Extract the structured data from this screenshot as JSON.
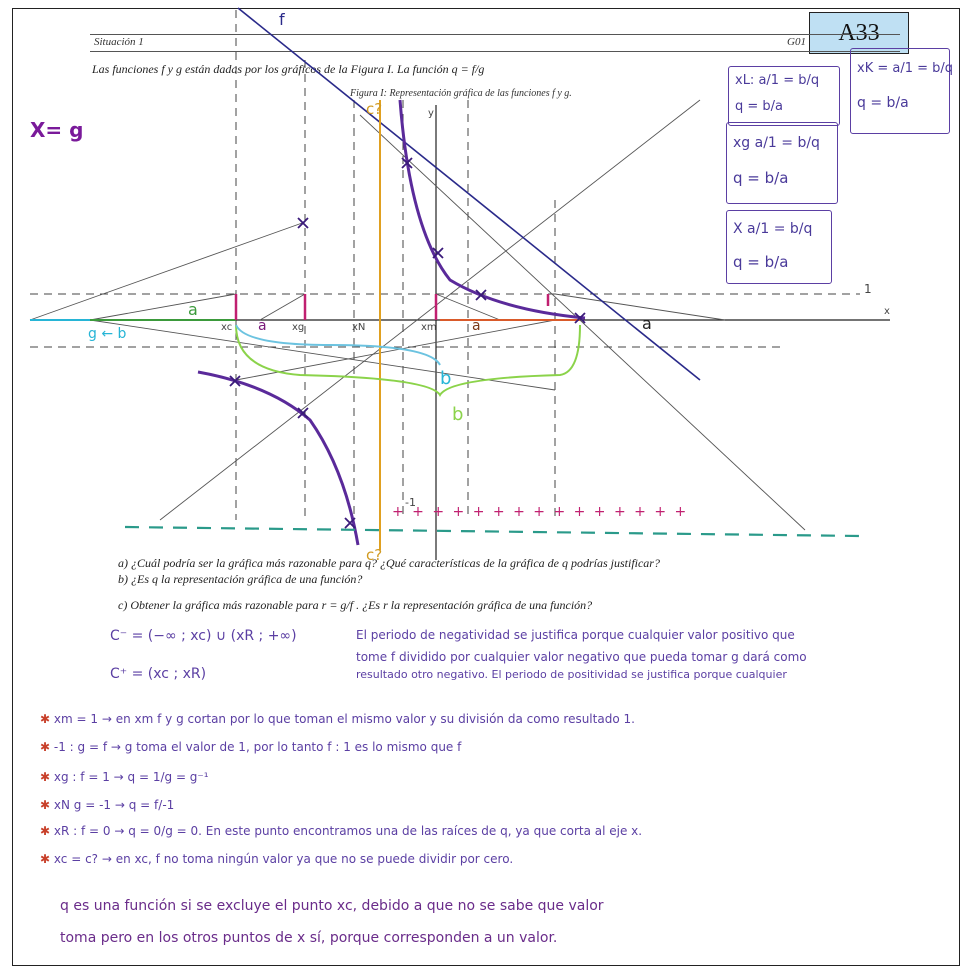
{
  "tag": "A33",
  "header": {
    "left": "Situación 1",
    "right": "G01"
  },
  "intro": "Las funciones f y g están dadas por los gráficos de la Figura I. La función q = f/g",
  "figure_caption": "Figura I: Representación gráfica de las funciones f y g.",
  "graph_labels": {
    "f": "f",
    "c_top": "c?",
    "c_bottom": "c?",
    "x_eq_g": "X= g",
    "g_left": "g ← b",
    "a1": "a",
    "a2": "a",
    "a3": "a",
    "a4": "a",
    "b1": "b",
    "b2": "b",
    "xc": "xc",
    "xg": "xg",
    "xn": "xN",
    "xm": "xm",
    "one_right": "1",
    "neg_one": "-1",
    "x_axis": "x",
    "y_axis": "y",
    "plus_row": "+ + + + + + + + + + + + + + +"
  },
  "boxes": [
    {
      "l1": "xL: a/1 = b/q",
      "l2": "q = b/a"
    },
    {
      "l1": "xK = a/1 = b/q",
      "l2": "q = b/a"
    },
    {
      "l1": "xg  a/1 = b/q",
      "l2": "q = b/a"
    },
    {
      "l1": "X  a/1 = b/q",
      "l2": "q = b/a"
    }
  ],
  "questions": {
    "a": "a)  ¿Cuál podría ser la gráfica más razonable para q? ¿Qué características de la gráfica de q podrías justificar?",
    "b": "b)  ¿Es q la representación gráfica de una función?",
    "c": "c)  Obtener la gráfica más razonable para r = g/f . ¿Es r la representación gráfica de una función?"
  },
  "answers": {
    "c_minus": "C⁻ = (−∞ ; xc) ∪ (xR ; +∞)",
    "c_minus_text": "El periodo de negatividad se justifica porque cualquier valor positivo que",
    "c_plus": "C⁺ = (xc ; xR)",
    "c_plus_text1": "tome f dividido por cualquier valor negativo que pueda tomar g dará como",
    "c_plus_text2": "resultado otro negativo. El periodo de positividad se justifica porque cualquier",
    "notes": [
      {
        "key": "xm = 1 →",
        "text": "en xm f y g cortan por lo que toman el mismo valor y su división da como resultado 1."
      },
      {
        "key": "-1 : g = f →",
        "text": "g toma el valor de 1, por lo tanto f : 1 es lo mismo que f"
      },
      {
        "key": "xg : f = 1 →",
        "text": "q = 1/g = g⁻¹"
      },
      {
        "key": "xN  g = -1 →",
        "text": "q = f/-1"
      },
      {
        "key": "xR : f = 0 →",
        "text": "q = 0/g = 0. En este punto encontramos una de las raíces de q, ya que corta al eje x."
      },
      {
        "key": "xc = c? →",
        "text": "en xc, f no toma ningún valor ya que no se puede dividir por cero."
      }
    ],
    "conclusion1": "q es una función si se excluye el punto xc, debido a que no se sabe que valor",
    "conclusion2": "toma pero en los otros puntos de x sí, porque corresponden a un valor."
  }
}
